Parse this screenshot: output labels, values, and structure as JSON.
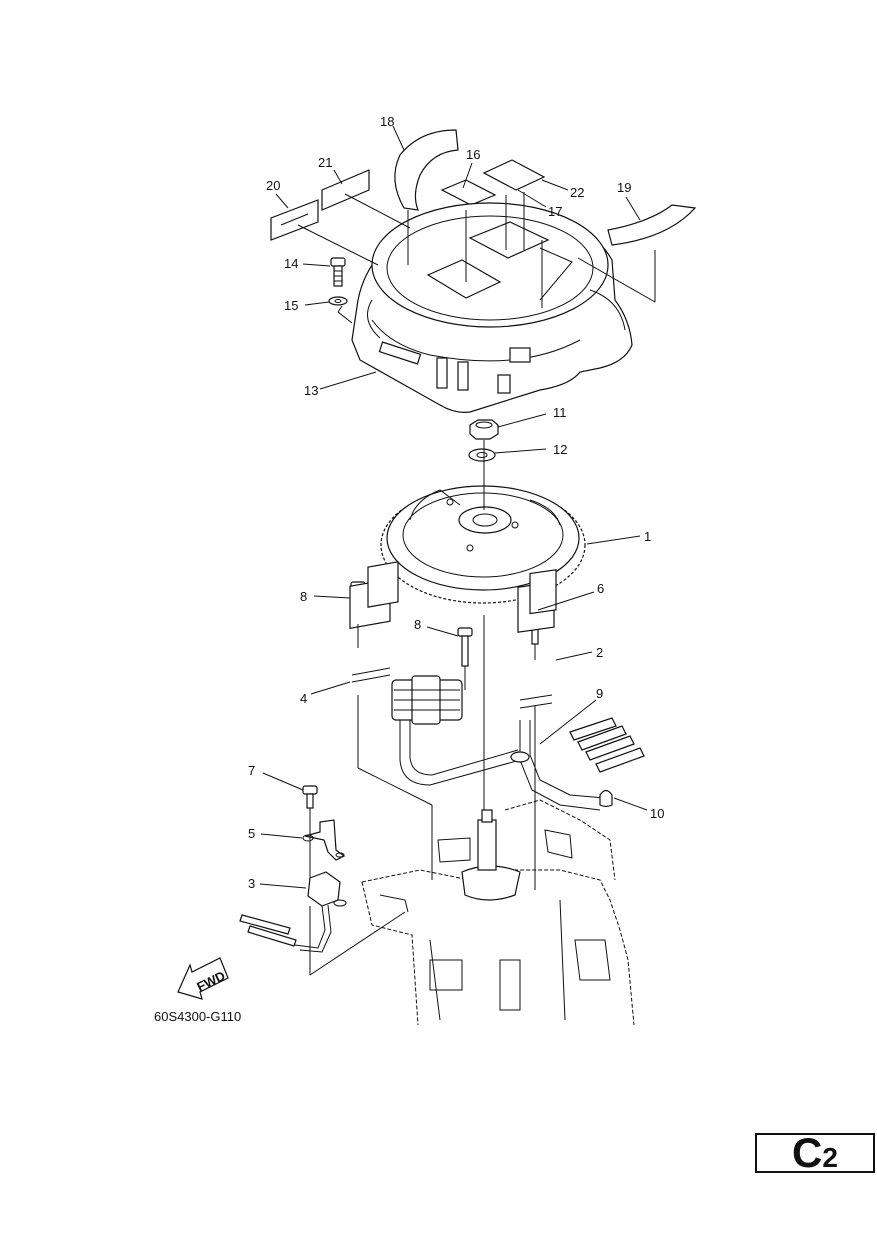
{
  "diagram": {
    "callouts": {
      "c1": "1",
      "c2": "2",
      "c3": "3",
      "c4": "4",
      "c5": "5",
      "c6": "6",
      "c7": "7",
      "c8a": "8",
      "c8b": "8",
      "c9": "9",
      "c10": "10",
      "c11": "11",
      "c12": "12",
      "c13": "13",
      "c14": "14",
      "c15": "15",
      "c16": "16",
      "c17": "17",
      "c18": "18",
      "c19": "19",
      "c20": "20",
      "c21": "21",
      "c22": "22"
    },
    "direction_arrow": "FWD",
    "drawing_code": "60S4300-G110"
  },
  "page_tab": {
    "letter": "C",
    "number": "2"
  }
}
